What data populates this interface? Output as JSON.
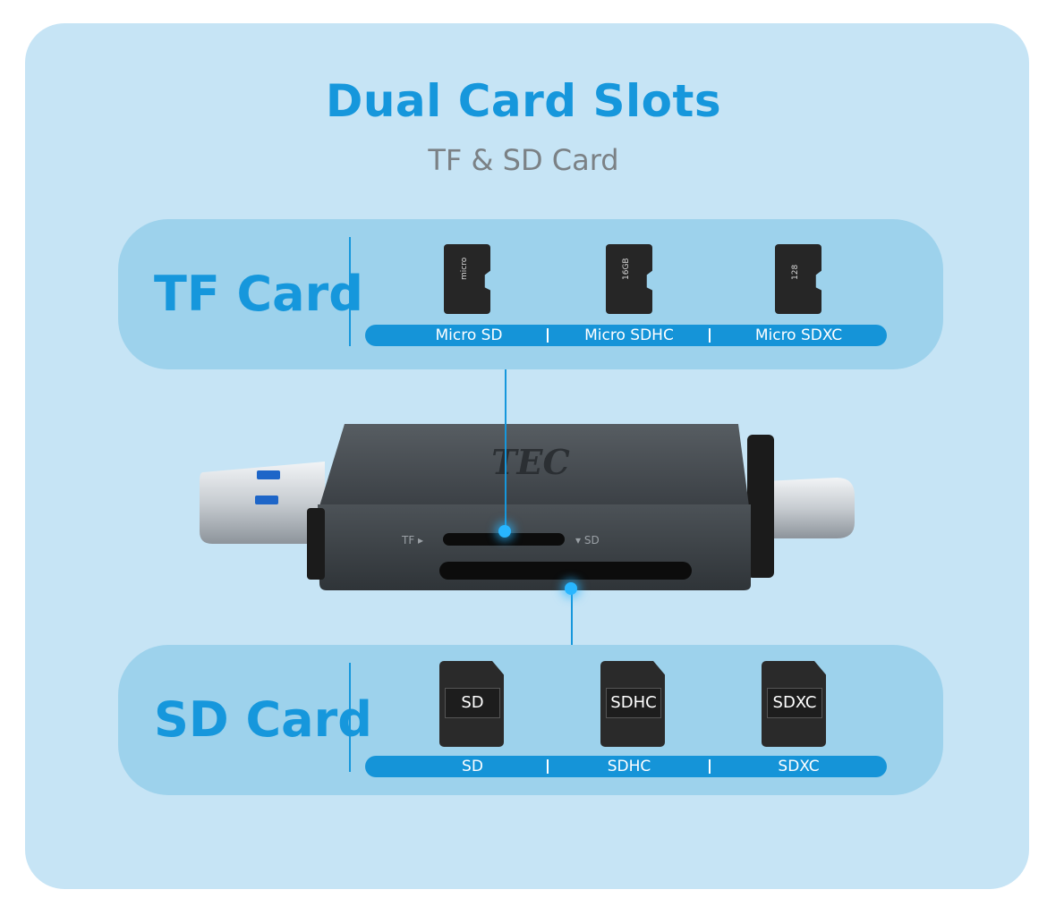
{
  "title": "Dual Card Slots",
  "subtitle": "TF & SD Card",
  "tf_group": {
    "label": "TF Card",
    "types": [
      "Micro SD",
      "Micro SDHC",
      "Micro SDXC"
    ],
    "card_prints": [
      "micro",
      "16GB",
      "128"
    ]
  },
  "sd_group": {
    "label": "SD Card",
    "types": [
      "SD",
      "SDHC",
      "SDXC"
    ],
    "card_labels": [
      "SD",
      "SDHC",
      "SDXC"
    ]
  },
  "reader": {
    "brand": "TEC",
    "tf_marker": "TF ▸",
    "sd_marker": "▾ SD"
  },
  "colors": {
    "accent": "#1697dc",
    "panel": "#c6e4f5",
    "group_bg": "#9dd2ec",
    "reader_body": "#3a3f44"
  }
}
